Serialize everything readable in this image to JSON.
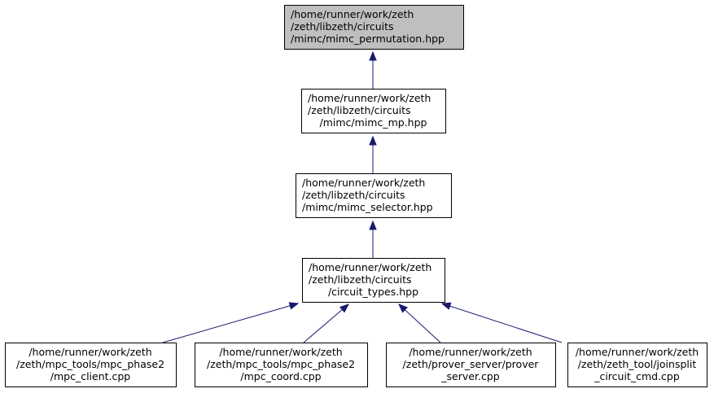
{
  "nodes": [
    {
      "id": "n0",
      "root": true,
      "lines": [
        "/home/runner/work/zeth",
        "/zeth/libzeth/circuits",
        "/mimc/mimc_permutation.hpp"
      ]
    },
    {
      "id": "n1",
      "root": false,
      "lines": [
        "/home/runner/work/zeth",
        "/zeth/libzeth/circuits",
        "/mimc/mimc_mp.hpp"
      ]
    },
    {
      "id": "n2",
      "root": false,
      "lines": [
        "/home/runner/work/zeth",
        "/zeth/libzeth/circuits",
        "/mimc/mimc_selector.hpp"
      ]
    },
    {
      "id": "n3",
      "root": false,
      "lines": [
        "/home/runner/work/zeth",
        "/zeth/libzeth/circuits",
        "/circuit_types.hpp"
      ]
    },
    {
      "id": "n4",
      "root": false,
      "lines": [
        "/home/runner/work/zeth",
        "/zeth/mpc_tools/mpc_phase2",
        "/mpc_client.cpp"
      ]
    },
    {
      "id": "n5",
      "root": false,
      "lines": [
        "/home/runner/work/zeth",
        "/zeth/mpc_tools/mpc_phase2",
        "/mpc_coord.cpp"
      ]
    },
    {
      "id": "n6",
      "root": false,
      "lines": [
        "/home/runner/work/zeth",
        "/zeth/prover_server/prover",
        "_server.cpp"
      ]
    },
    {
      "id": "n7",
      "root": false,
      "lines": [
        "/home/runner/work/zeth",
        "/zeth/zeth_tool/joinsplit",
        "_circuit_cmd.cpp"
      ]
    }
  ],
  "edges": [
    {
      "from": "n1",
      "to": "n0"
    },
    {
      "from": "n2",
      "to": "n1"
    },
    {
      "from": "n3",
      "to": "n2"
    },
    {
      "from": "n4",
      "to": "n3"
    },
    {
      "from": "n5",
      "to": "n3"
    },
    {
      "from": "n6",
      "to": "n3"
    },
    {
      "from": "n7",
      "to": "n3"
    }
  ],
  "colors": {
    "edge": "#191970",
    "root_fill": "#bfbfbf",
    "node_fill": "#ffffff",
    "border": "#000000"
  }
}
